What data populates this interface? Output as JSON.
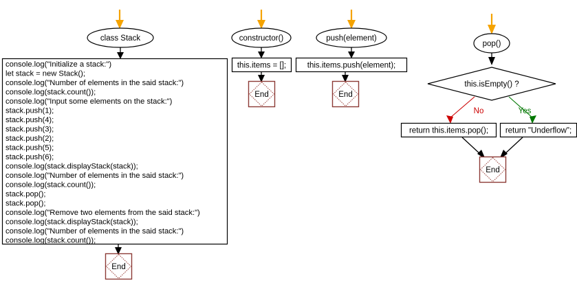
{
  "diagram": {
    "title": "JavaScript Stack class flowchart",
    "background": "#ffffff",
    "colors": {
      "entry_arrow": "#f5a300",
      "edge": "#000000",
      "terminator_border": "#8c3a36",
      "no_branch": "#cc0000",
      "yes_branch": "#007700"
    }
  },
  "columns": [
    {
      "id": "class-stack",
      "entry_label": "class Stack",
      "body_type": "code",
      "code_lines": [
        "console.log(\"Initialize a stack:\")",
        "let stack = new Stack();",
        "console.log(\"Number of elements in the said stack:\")",
        "console.log(stack.count());",
        "console.log(\"Input some elements on the stack:\")",
        "stack.push(1);",
        "stack.push(4);",
        "stack.push(3);",
        "stack.push(2);",
        "stack.push(5);",
        "stack.push(6);",
        "console.log(stack.displayStack(stack));",
        "console.log(\"Number of elements in the said stack:\")",
        "console.log(stack.count());",
        "stack.pop();",
        "stack.pop();",
        "console.log(\"Remove two elements from the said stack:\")",
        "console.log(stack.displayStack(stack));",
        "console.log(\"Number of elements in the said stack:\")",
        "console.log(stack.count());"
      ],
      "terminator_label": "End"
    },
    {
      "id": "constructor",
      "entry_label": "constructor()",
      "body_type": "statement",
      "statement": "this.items = [];",
      "terminator_label": "End"
    },
    {
      "id": "push",
      "entry_label": "push(element)",
      "body_type": "statement",
      "statement": "this.items.push(element);",
      "terminator_label": "End"
    },
    {
      "id": "pop",
      "entry_label": "pop()",
      "body_type": "decision",
      "decision": "this.isEmpty() ?",
      "branches": [
        {
          "label": "No",
          "color": "#cc0000",
          "statement": "return this.items.pop();"
        },
        {
          "label": "Yes",
          "color": "#007700",
          "statement": "return \"Underflow\";"
        }
      ],
      "terminator_label": "End"
    }
  ]
}
